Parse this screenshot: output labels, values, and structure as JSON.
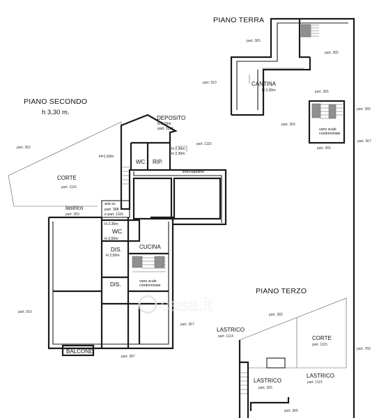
{
  "titles": {
    "piano_terra": "PIANO TERRA",
    "piano_secondo": "PIANO SECONDO",
    "piano_secondo_height": "h 3,30 m.",
    "piano_terzo": "PIANO TERZO"
  },
  "piano_terra": {
    "cantina": "CANTINA",
    "cantina_h": "H 2,30m",
    "vano_scale_1": "vano scale",
    "vano_scale_2": "condominiale",
    "part_365_a": "part. 365",
    "part_365_b": "part. 365",
    "part_365_c": "part. 365",
    "part_365_d": "part. 365",
    "part_365_e": "part. 365",
    "part_365_f": "part. 365",
    "part_910": "part. 910",
    "part_367": "part. 367"
  },
  "piano_secondo": {
    "deposito": "DEPOSITO",
    "deposito_h1": "H 2,15m",
    "deposito_h2": "part. 1114",
    "corte": "CORTE",
    "corte_part": "part. 1116",
    "part_362": "part. 362",
    "h150": "H=1,50m",
    "wc_top": "WC",
    "rip": "RIP.",
    "h230_a": "H 2,30m",
    "h230_b": "H 2,30m",
    "part_1115": "part. 1115",
    "intercapedine": "intercapedine",
    "lastrico": "lastrico",
    "part_369": "part. 369",
    "aria_1": "aria su",
    "aria_2": "part. 368",
    "aria_3": "e part. 1116",
    "wc_mid": "WC",
    "wc_h230": "H 2,30m",
    "wc_h250": "H 2,50m",
    "cucina": "CUCINA",
    "dis_1": "DIS.",
    "dis_1_h": "H 2,50m",
    "dis_2": "DIS.",
    "vano_scale_1": "vano scale",
    "vano_scale_2": "condominiale",
    "balcone": "BALCONE",
    "part_910": "part. 910",
    "part_367": "part. 367",
    "part_387": "part. 387"
  },
  "piano_terzo": {
    "lastrico_1": "LASTRICO",
    "lastrico_1_part": "part. 1114",
    "corte": "CORTE",
    "corte_part": "part. 1115",
    "lastrico_2": "LASTRICO",
    "lastrico_2_part": "part. 365",
    "lastrico_3": "LASTRICO",
    "lastrico_3_part": "part. 1115",
    "part_382": "part. 382",
    "part_760": "part. 760",
    "part_365": "part. 365"
  },
  "watermark": "casa.it"
}
